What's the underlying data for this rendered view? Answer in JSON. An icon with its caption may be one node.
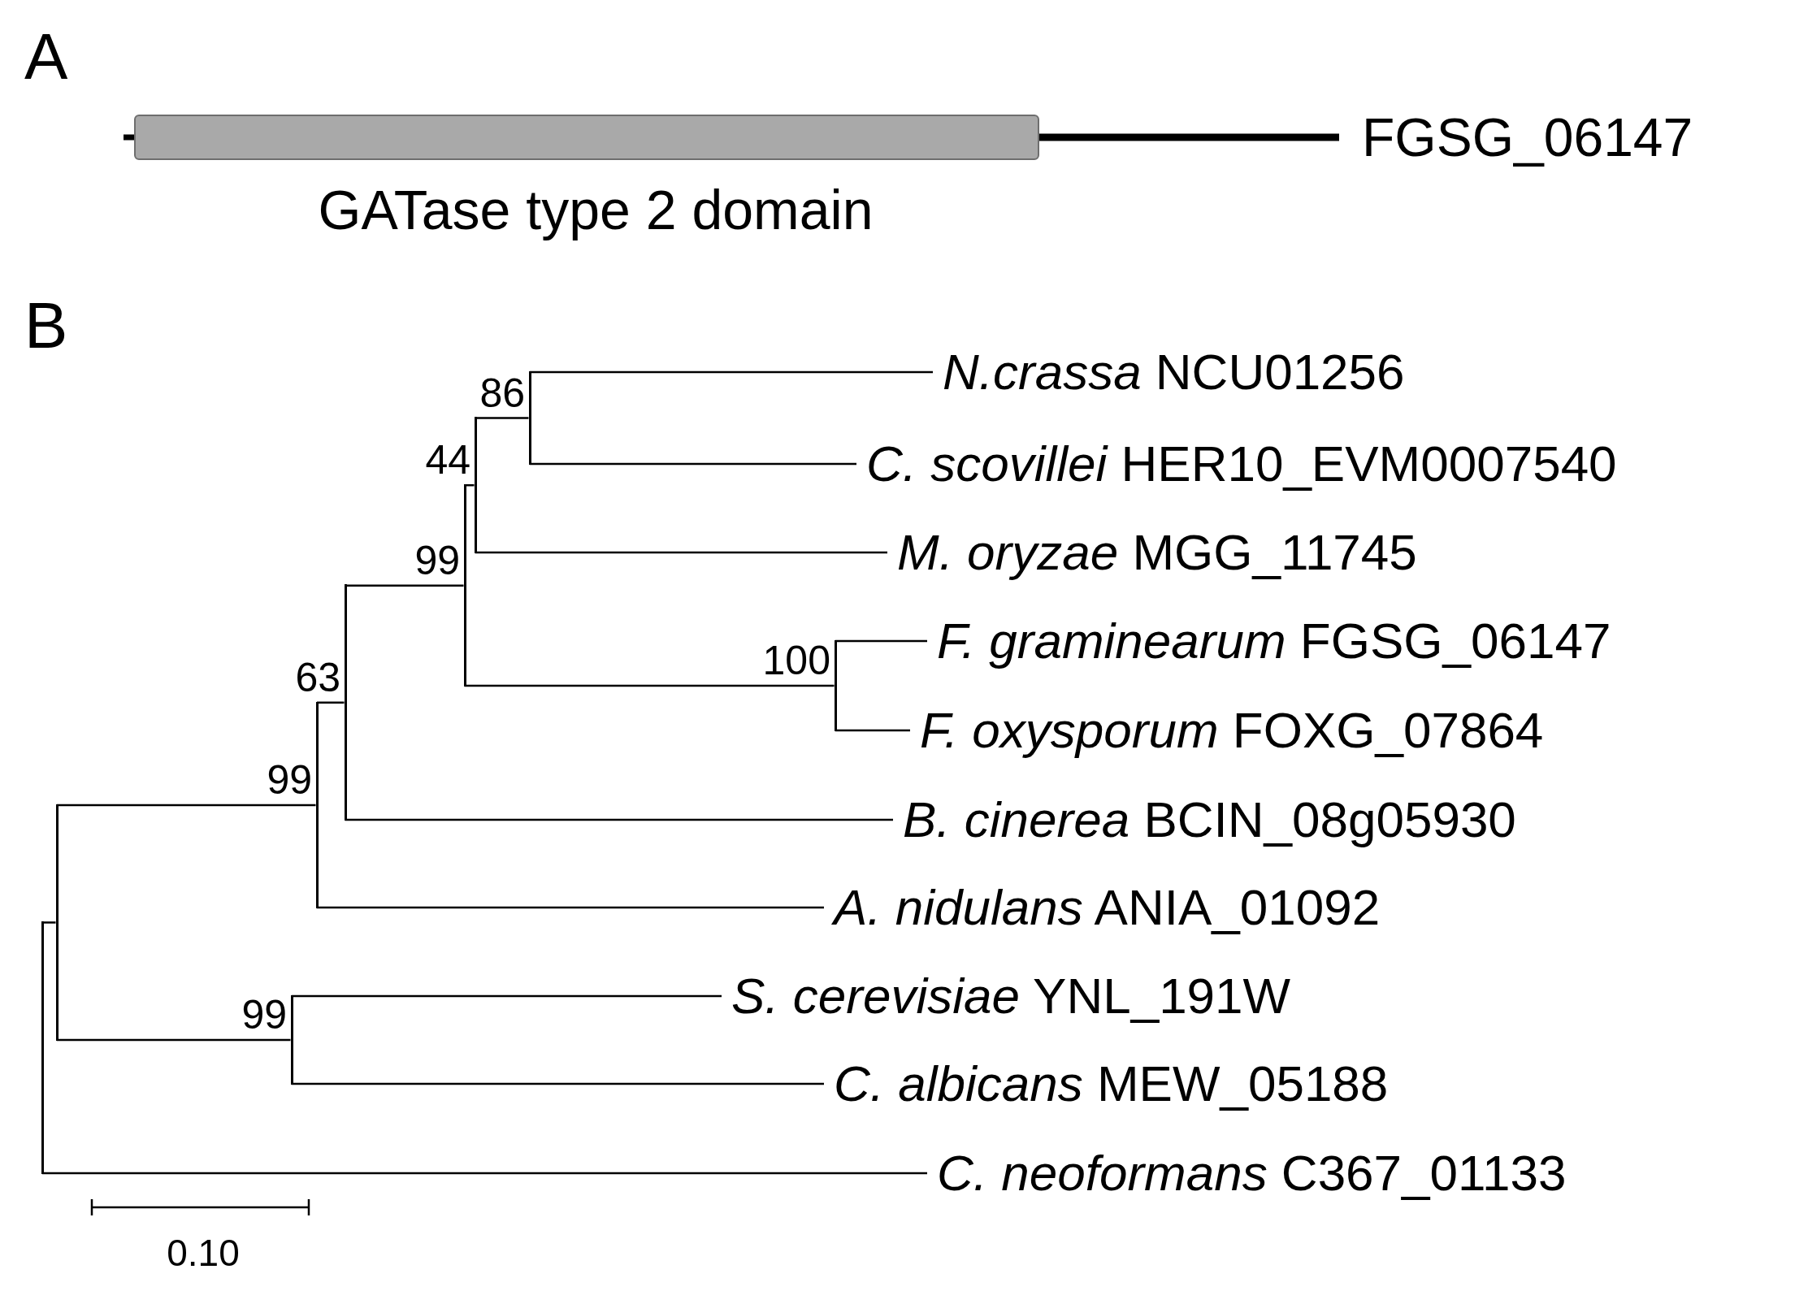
{
  "diagram": {
    "nodes": [
      {
        "text": [],
        "shape": "box",
        "beside": [
          "GATase type 2 domain"
        ]
      },
      {
        "text": [],
        "shape": "bar"
      },
      {
        "text": [],
        "shape": "bar"
      },
      {
        "text": [],
        "shape": "bar",
        "beside": [
          "99"
        ]
      },
      {
        "text": [],
        "shape": "bar",
        "beside": [
          "63"
        ]
      },
      {
        "text": [],
        "shape": "bar",
        "beside": [
          "99"
        ]
      },
      {
        "text": [],
        "shape": "bar",
        "beside": [
          "44"
        ]
      },
      {
        "text": [],
        "shape": "bar",
        "beside": [
          "86"
        ]
      },
      {
        "text": [],
        "shape": "bar",
        "beside": [
          "100"
        ]
      },
      {
        "text": [],
        "shape": "bar",
        "beside": [
          "99"
        ]
      },
      {
        "text": [
          "*N.crassa* NCU01256"
        ]
      },
      {
        "text": [
          "*C. scovillei* HER10_EVM0007540"
        ]
      },
      {
        "text": [
          "*M. oryzae* MGG_11745"
        ]
      },
      {
        "text": [
          "*F. graminearum* FGSG_06147"
        ]
      },
      {
        "text": [
          "*F. oxysporum* FOXG_07864"
        ]
      },
      {
        "text": [
          "*B. cinerea* BCIN_08g05930"
        ]
      },
      {
        "text": [
          "*A. nidulans* ANIA_01092"
        ]
      },
      {
        "text": [
          "*S. cerevisiae* YNL_191W"
        ]
      },
      {
        "text": [
          "*C. albicans* MEW_05188"
        ]
      },
      {
        "text": [
          "*C. neoformans* C367_01133"
        ]
      }
    ],
    "edges": [
      {
        "from": 1,
        "to": 2,
        "arrow": "none"
      },
      {
        "from": 1,
        "to": 19,
        "arrow": "none"
      },
      {
        "from": 2,
        "to": 3,
        "arrow": "none"
      },
      {
        "from": 2,
        "to": 9,
        "arrow": "none"
      },
      {
        "from": 9,
        "to": 17,
        "arrow": "none"
      },
      {
        "from": 9,
        "to": 18,
        "arrow": "none"
      },
      {
        "from": 3,
        "to": 4,
        "arrow": "none"
      },
      {
        "from": 3,
        "to": 16,
        "arrow": "none"
      },
      {
        "from": 4,
        "to": 5,
        "arrow": "none"
      },
      {
        "from": 4,
        "to": 15,
        "arrow": "none"
      },
      {
        "from": 5,
        "to": 6,
        "arrow": "none"
      },
      {
        "from": 5,
        "to": 8,
        "arrow": "none"
      },
      {
        "from": 8,
        "to": 13,
        "arrow": "none"
      },
      {
        "from": 8,
        "to": 14,
        "arrow": "none"
      },
      {
        "from": 6,
        "to": 7,
        "arrow": "none"
      },
      {
        "from": 6,
        "to": 12,
        "arrow": "none"
      },
      {
        "from": 7,
        "to": 10,
        "arrow": "none"
      },
      {
        "from": 7,
        "to": 11,
        "arrow": "none"
      }
    ],
    "labels": [
      "A",
      "FGSG_06147",
      "B",
      "0.10"
    ]
  }
}
